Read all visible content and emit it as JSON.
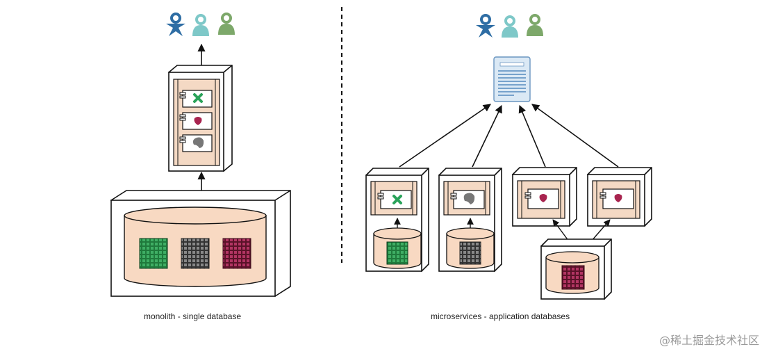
{
  "captions": {
    "monolith": "monolith - single database",
    "microservices": "microservices - application databases"
  },
  "watermark": "@稀土掘金技术社区",
  "colors": {
    "user_blue": "#2e6da4",
    "user_teal": "#7ec8c8",
    "user_green": "#7da86a",
    "db_fill": "#f8d9c2",
    "component_fill": "#f4d9c4",
    "grid_green": "#1f7a3c",
    "grid_gray": "#555555",
    "grid_red": "#7a1f3c",
    "icon_green": "#2aa35a",
    "icon_red": "#a8244f",
    "icon_gray": "#777777",
    "page_fill": "#dbe9f5"
  },
  "icons": [
    "user-blue-icon",
    "user-teal-icon",
    "user-green-icon",
    "web-page-icon",
    "component-icon",
    "x-shape-icon",
    "heart-shape-icon",
    "blob-shape-icon",
    "data-grid-icon"
  ]
}
